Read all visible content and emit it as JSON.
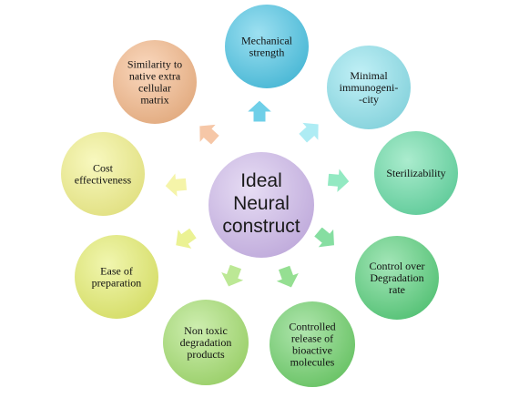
{
  "center": {
    "lines": [
      "Ideal",
      "Neural",
      "construct"
    ],
    "color": "#c9b3e6"
  },
  "nodes": [
    {
      "id": "mechanical-strength",
      "lines": [
        "Mechanical",
        "strength"
      ],
      "color": "#4cc6e6",
      "arrow": "#3fbfe0"
    },
    {
      "id": "minimal-immunogenicity",
      "lines": [
        "Minimal",
        "immunogeni-",
        "-city"
      ],
      "color": "#8ee3ee",
      "arrow": "#93e6f0"
    },
    {
      "id": "sterilizability",
      "lines": [
        "Sterilizability"
      ],
      "color": "#66dca5",
      "arrow": "#6fe2ae"
    },
    {
      "id": "control-over-degradation-rate",
      "lines": [
        "Control over",
        "Degradation",
        "rate"
      ],
      "color": "#59d17d",
      "arrow": "#5dd381"
    },
    {
      "id": "controlled-release",
      "lines": [
        "Controlled",
        "release of",
        "bioactive",
        "molecules"
      ],
      "color": "#6fd26b",
      "arrow": "#72d46d"
    },
    {
      "id": "non-toxic-degradation-products",
      "lines": [
        "Non toxic",
        "degradation",
        "products"
      ],
      "color": "#a5e070",
      "arrow": "#a6e072"
    },
    {
      "id": "ease-of-preparation",
      "lines": [
        "Ease of",
        "preparation"
      ],
      "color": "#e6ef6e",
      "arrow": "#e4ee70"
    },
    {
      "id": "cost-effectiveness",
      "lines": [
        "Cost",
        "effectiveness"
      ],
      "color": "#f3f28a",
      "arrow": "#f2f08c"
    },
    {
      "id": "similarity-to-ecm",
      "lines": [
        "Similarity  to",
        "native extra",
        "cellular",
        "matrix"
      ],
      "color": "#f5b888",
      "arrow": "#f3b489"
    }
  ]
}
